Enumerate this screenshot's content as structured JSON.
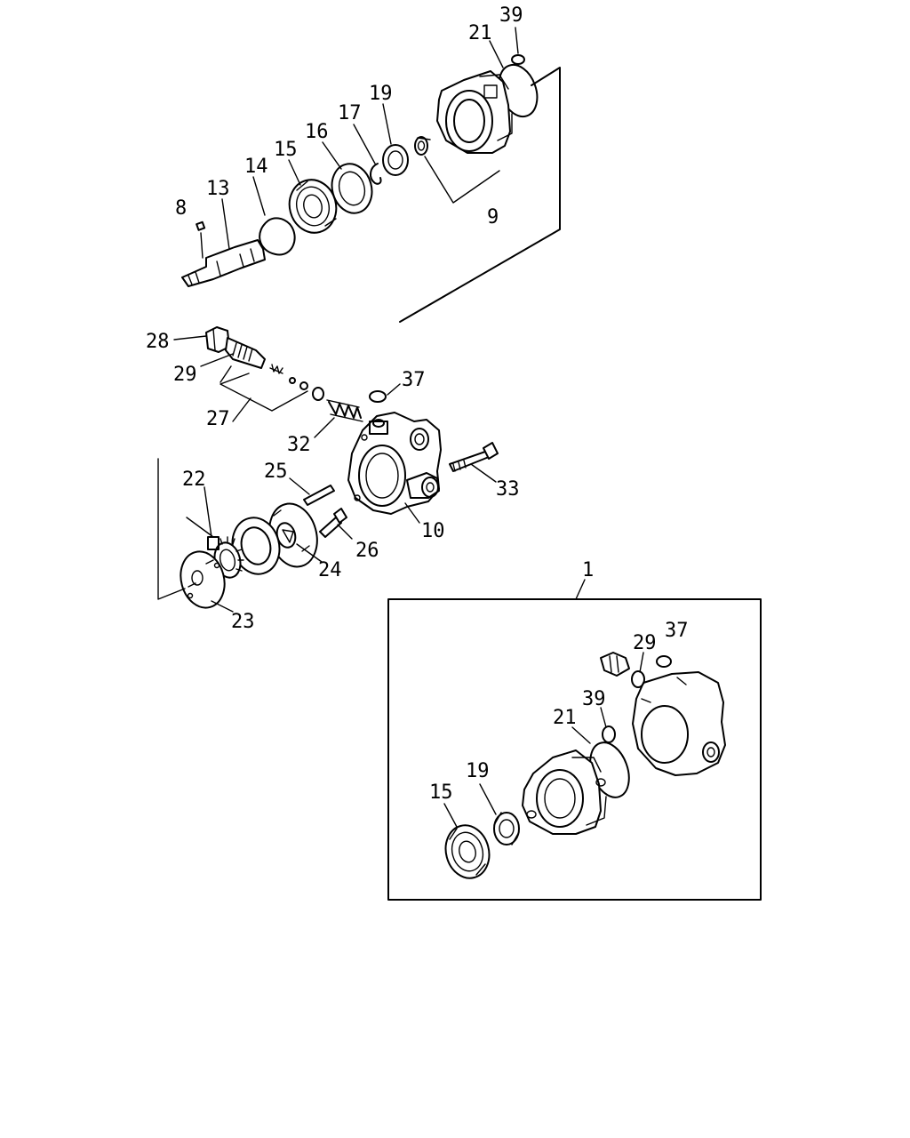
{
  "labels": {
    "p39_top": "39",
    "p21_top": "21",
    "p19_top": "19",
    "p17": "17",
    "p16": "16",
    "p15_top": "15",
    "p14": "14",
    "p13": "13",
    "p8": "8",
    "p9": "9",
    "p28": "28",
    "p29_mid": "29",
    "p27": "27",
    "p37_mid": "37",
    "p32": "32",
    "p33": "33",
    "p25": "25",
    "p22": "22",
    "p26": "26",
    "p10": "10",
    "p24": "24",
    "p23": "23",
    "p1": "1",
    "p29_box": "29",
    "p37_box": "37",
    "p39_box": "39",
    "p21_box": "21",
    "p19_box": "19",
    "p15_box": "15"
  }
}
